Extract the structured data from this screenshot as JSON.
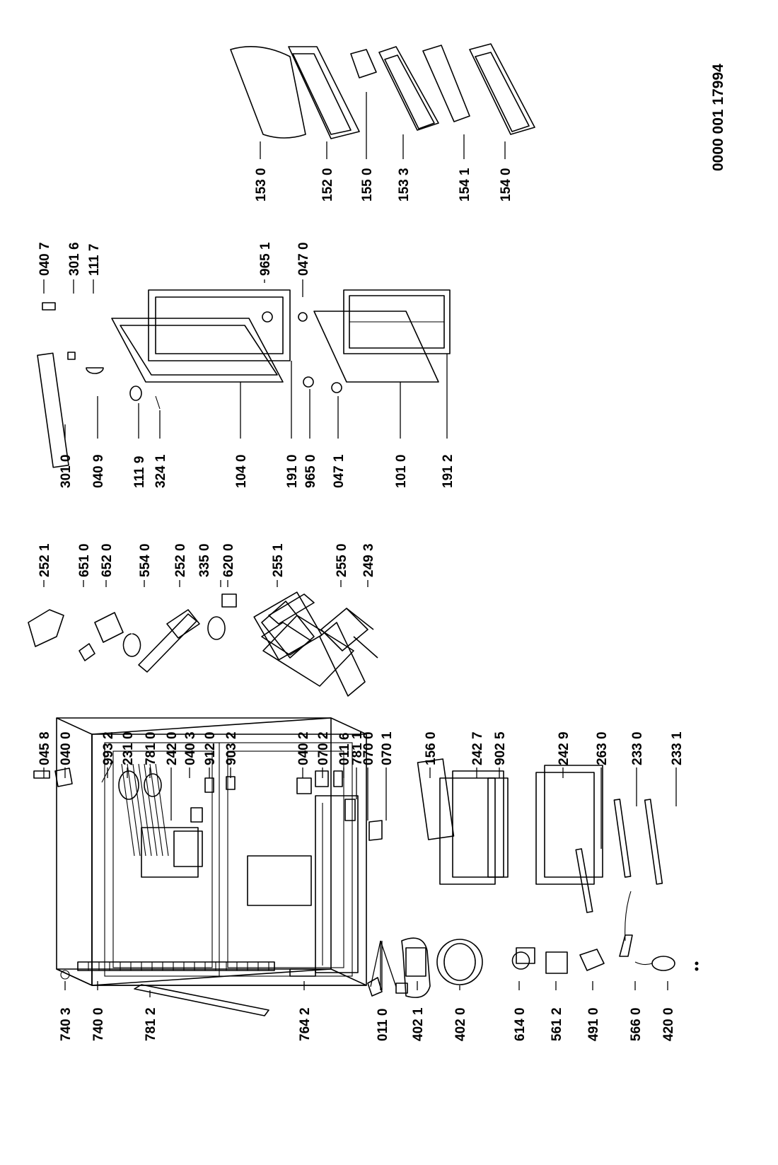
{
  "document_number": "0000 001 17994",
  "labels": {
    "p045_8": "045 8",
    "p040_0": "040 0",
    "p993_2": "993 2",
    "p231_0": "231 0",
    "p781_0": "781 0",
    "p242_0": "242 0",
    "p040_3": "040 3",
    "p912_0": "912 0",
    "p903_2": "903 2",
    "p040_2": "040 2",
    "p070_2": "070 2",
    "p011_6": "011 6",
    "p781_1": "781 1",
    "p070_0": "070 0",
    "p070_1": "070 1",
    "p156_0": "156 0",
    "p242_7": "242 7",
    "p902_5": "902 5",
    "p242_9": "242 9",
    "p263_0": "263 0",
    "p233_0": "233 0",
    "p233_1": "233 1",
    "p740_3": "740 3",
    "p740_0": "740 0",
    "p781_2": "781 2",
    "p764_2": "764 2",
    "p011_0": "011 0",
    "p402_1": "402 1",
    "p402_0": "402 0",
    "p614_0": "614 0",
    "p561_2": "561 2",
    "p491_0": "491 0",
    "p566_0": "566 0",
    "p420_0": "420 0",
    "p252_1": "252 1",
    "p651_0": "651 0",
    "p652_0": "652 0",
    "p554_0": "554 0",
    "p252_0": "252 0",
    "p335_0": "335 0",
    "p620_0": "620 0",
    "p255_1": "255 1",
    "p255_0": "255 0",
    "p249_3": "249 3",
    "p040_7": "040 7",
    "p301_6": "301 6",
    "p111_7": "111 7",
    "p965_1": "965 1",
    "p047_0": "047 0",
    "p301_0": "301 0",
    "p040_9": "040 9",
    "p111_9": "111 9",
    "p324_1": "324 1",
    "p104_0": "104 0",
    "p191_0": "191 0",
    "p965_0": "965 0",
    "p047_1": "047 1",
    "p101_0": "101 0",
    "p191_2": "191 2",
    "p153_0": "153 0",
    "p152_0": "152 0",
    "p155_0": "155 0",
    "p153_3": "153 3",
    "p154_1": "154 1",
    "p154_0": "154 0"
  }
}
